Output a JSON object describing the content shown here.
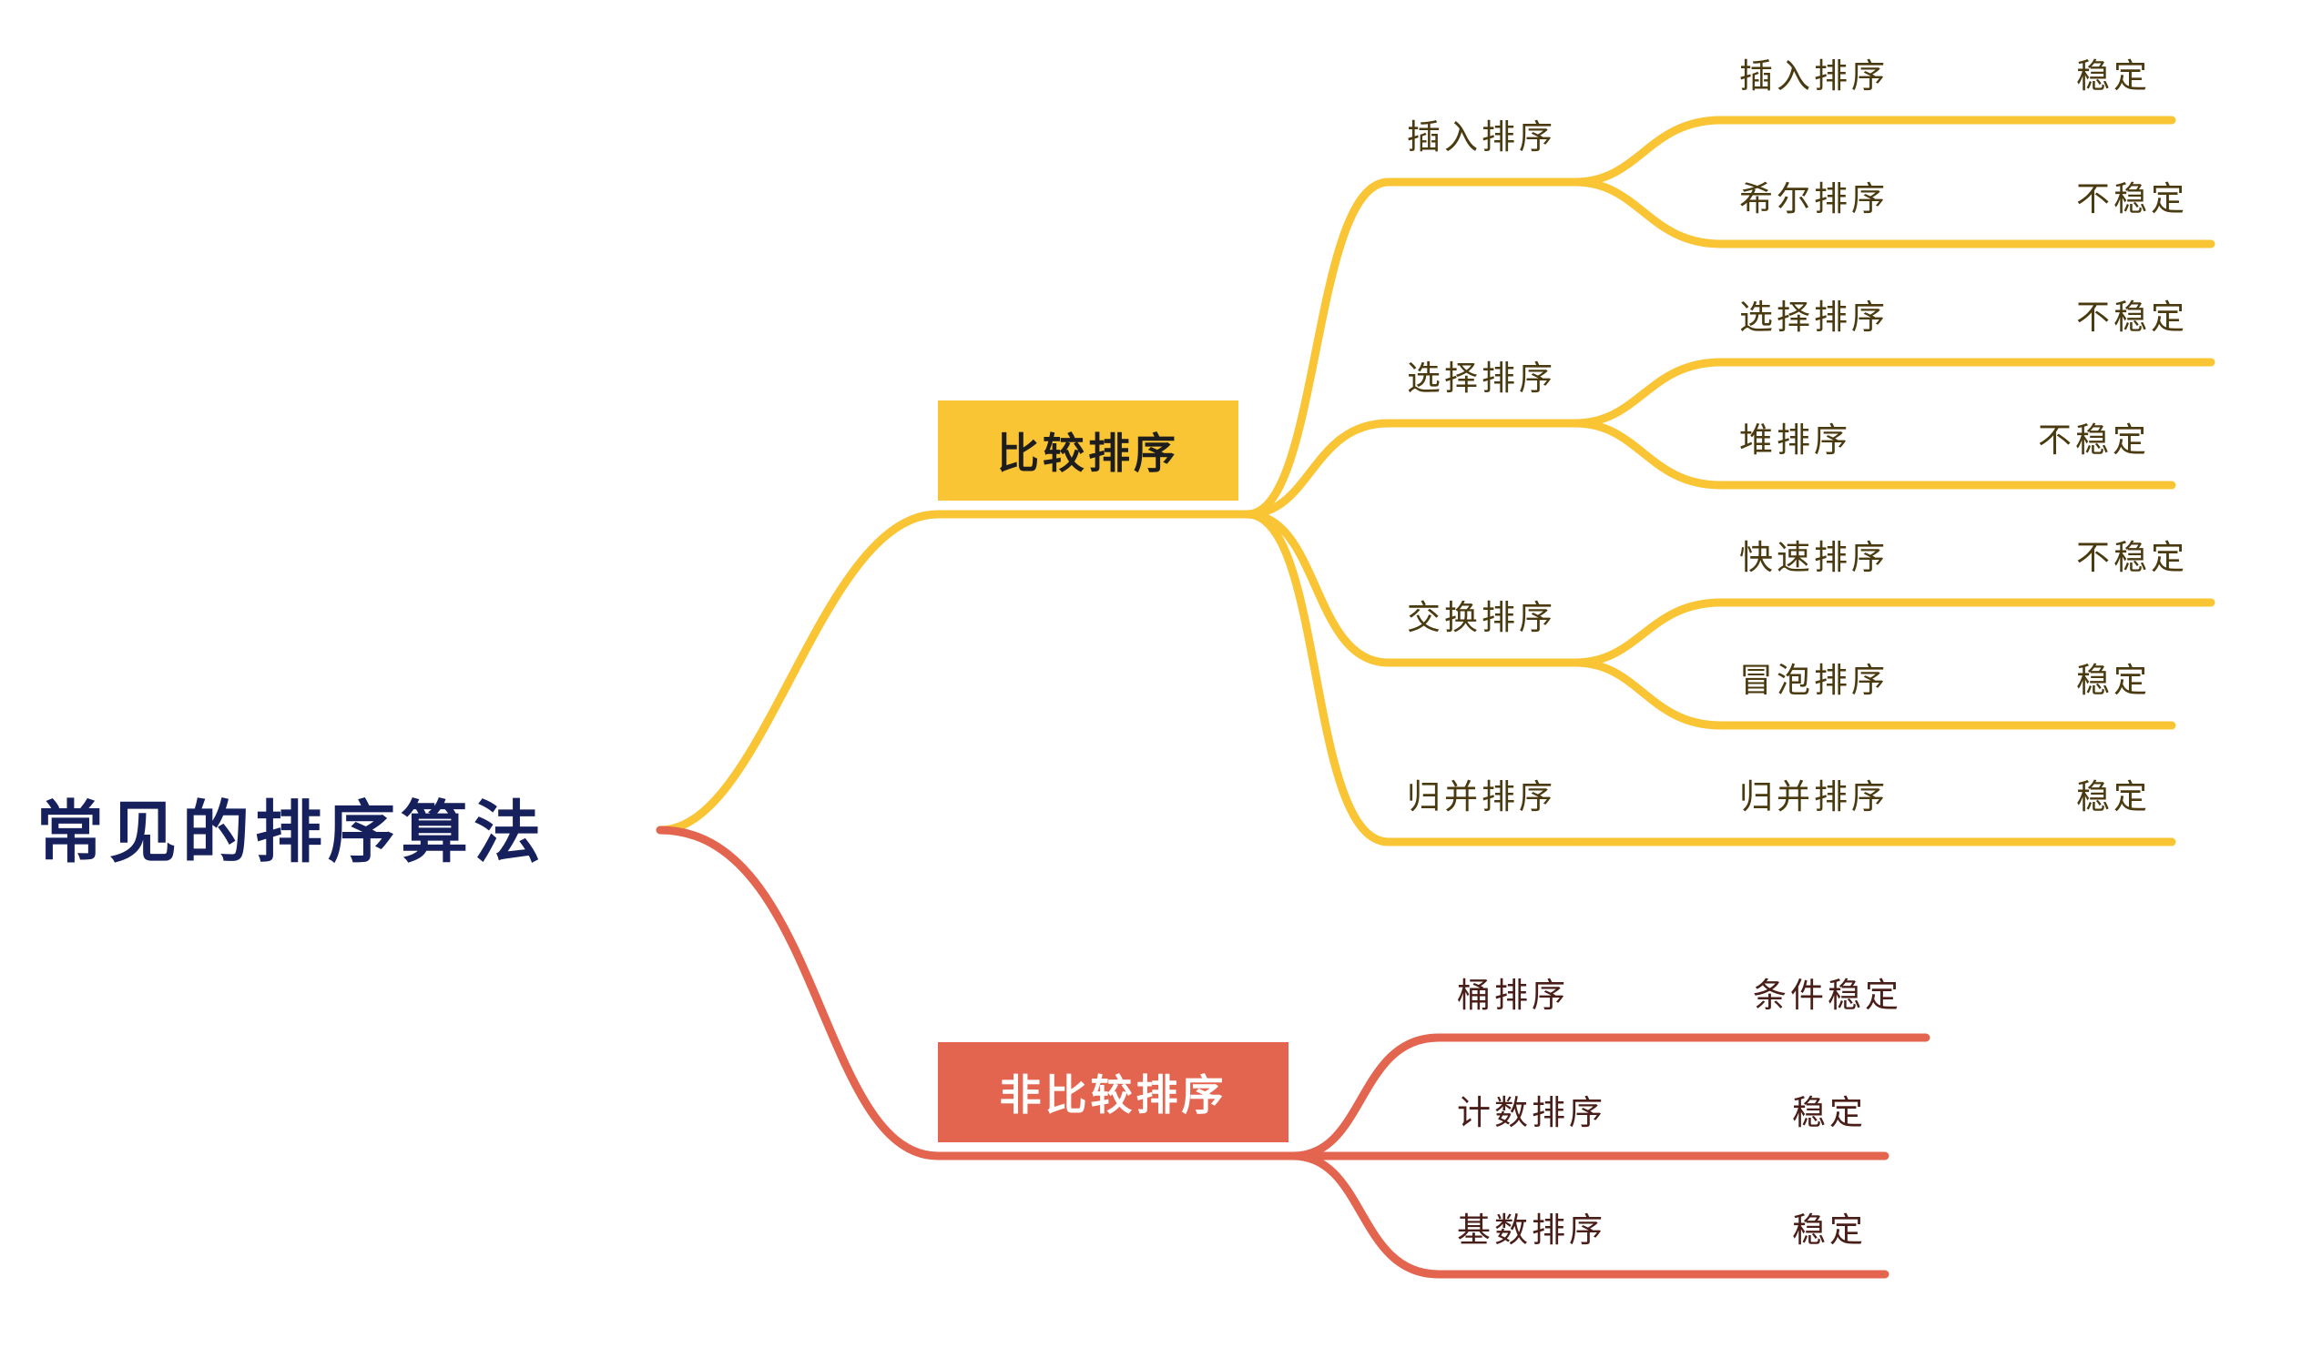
{
  "root": {
    "label": "常见的排序算法"
  },
  "colors": {
    "comparison": "#f9c534",
    "non_comparison": "#e3644f",
    "root_text": "#16205c"
  },
  "comparison": {
    "label": "比较排序",
    "groups": [
      {
        "label": "插入排序",
        "items": [
          {
            "name": "插入排序",
            "stability": "稳定"
          },
          {
            "name": "希尔排序",
            "stability": "不稳定"
          }
        ]
      },
      {
        "label": "选择排序",
        "items": [
          {
            "name": "选择排序",
            "stability": "不稳定"
          },
          {
            "name": "堆排序",
            "stability": "不稳定"
          }
        ]
      },
      {
        "label": "交换排序",
        "items": [
          {
            "name": "快速排序",
            "stability": "不稳定"
          },
          {
            "name": "冒泡排序",
            "stability": "稳定"
          }
        ]
      },
      {
        "label": "归并排序",
        "items": [
          {
            "name": "归并排序",
            "stability": "稳定"
          }
        ]
      }
    ]
  },
  "non_comparison": {
    "label": "非比较排序",
    "items": [
      {
        "name": "桶排序",
        "stability": "条件稳定"
      },
      {
        "name": "计数排序",
        "stability": "稳定"
      },
      {
        "name": "基数排序",
        "stability": "稳定"
      }
    ]
  }
}
